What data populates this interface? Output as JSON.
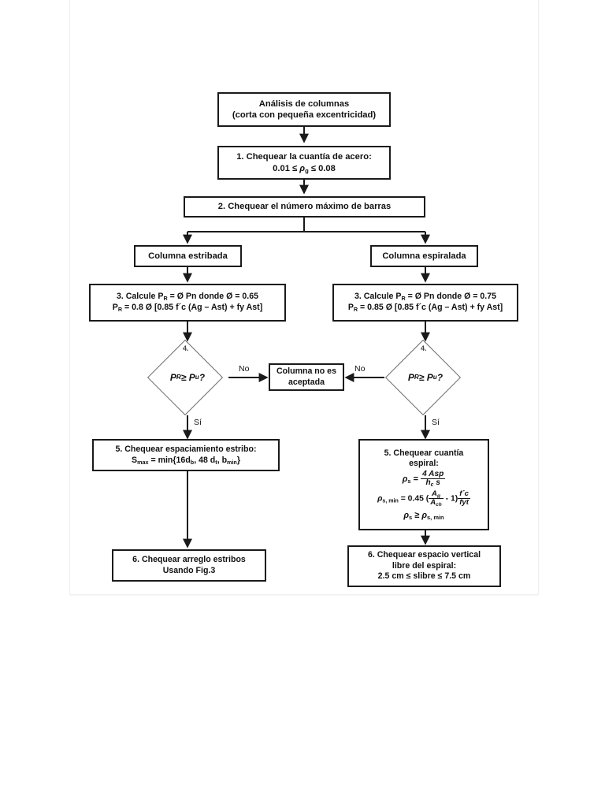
{
  "diagram": {
    "type": "flowchart",
    "title": "Análisis de columnas - corta con pequeña excentricidad",
    "language": "es"
  },
  "nodes": {
    "start": {
      "line1": "Análisis de columnas",
      "line2": "(corta con pequeña excentricidad)"
    },
    "step1": {
      "line1": "1. Chequear la cuantía de acero:",
      "line2_pre": "0.01 ≤ ",
      "line2_rho": "ρ",
      "line2_sub": "g",
      "line2_post": " ≤ 0.08"
    },
    "step2": {
      "line1": "2. Chequear el número máximo de barras"
    },
    "branch_left": {
      "label": "Columna estribada"
    },
    "branch_right": {
      "label": "Columna espiralada"
    },
    "step3_left": {
      "line1_a": "3. Calcule P",
      "line1_sub": "R",
      "line1_b": " = Ø Pn  donde Ø = 0.65",
      "line2_a": "P",
      "line2_sub": "R",
      "line2_b": " = 0.8 Ø [0.85 f´c (Ag – Ast) + fy Ast]"
    },
    "step3_right": {
      "line1_a": "3. Calcule P",
      "line1_sub": "R",
      "line1_b": " = Ø Pn  donde Ø = 0.75",
      "line2_a": "P",
      "line2_sub": "R",
      "line2_b": " = 0.85 Ø [0.85 f´c (Ag – Ast) + fy Ast]"
    },
    "decision_left": {
      "number": "4.",
      "text_a": "P",
      "text_sub_a": "R",
      "text_mid": " ≥ P",
      "text_sub_b": "u",
      "text_end": "?"
    },
    "decision_right": {
      "number": "4.",
      "text_a": "P",
      "text_sub_a": "R",
      "text_mid": " ≥ P",
      "text_sub_b": "u",
      "text_end": "?"
    },
    "reject": {
      "line1": "Columna no es",
      "line2": "aceptada"
    },
    "step5_left": {
      "line1": "5. Chequear espaciamiento estribo:",
      "line2_a": "S",
      "line2_sub_a": "max",
      "line2_b": " = min{16d",
      "line2_sub_b": "b",
      "line2_c": ", 48 d",
      "line2_sub_c": "t",
      "line2_d": ", b",
      "line2_sub_d": "min",
      "line2_e": "}"
    },
    "step5_right": {
      "line1": "5. Chequear cuantía",
      "line2": "espiral:",
      "f1_rho": "ρ",
      "f1_sub": "s",
      "f1_eq": " = ",
      "f1_num": "4 Asp",
      "f1_den_a": "h",
      "f1_den_sub": "c",
      "f1_den_b": " s",
      "f2_rho": "ρ",
      "f2_sub": "s, min",
      "f2_eq": " = 0.45 (",
      "f2_num_a": "A",
      "f2_num_sub": "g",
      "f2_den_a": "A",
      "f2_den_sub": "ch",
      "f2_mid": " - 1)",
      "f2_num2": "f´c",
      "f2_den2": "fyt",
      "f3_rho_a": "ρ",
      "f3_sub_a": "s",
      "f3_ge": " ≥ ",
      "f3_rho_b": "ρ",
      "f3_sub_b": "s, min"
    },
    "step6_left": {
      "line1": "6. Chequear arreglo estribos",
      "line2": "Usando Fig.3"
    },
    "step6_right": {
      "line1": "6. Chequear espacio vertical",
      "line2": "libre del espiral:",
      "line3": "2.5 cm ≤ slibre ≤ 7.5 cm"
    }
  },
  "edge_labels": {
    "no_left": "No",
    "no_right": "No",
    "si_left": "Sí",
    "si_right": "Sí"
  },
  "colors": {
    "stroke": "#1a1a1a",
    "diamond_stroke": "#6f6f6f",
    "text": "#111111",
    "background": "#ffffff"
  }
}
